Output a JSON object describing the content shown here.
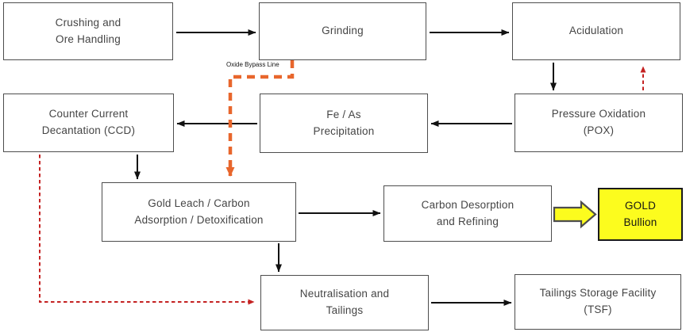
{
  "diagram": {
    "type": "flowchart",
    "subject": "Gold processing plant flowsheet",
    "nodes": {
      "crushing": {
        "label": "Crushing and\nOre Handling"
      },
      "grinding": {
        "label": "Grinding"
      },
      "acidulation": {
        "label": "Acidulation"
      },
      "ccd": {
        "label": "Counter Current\nDecantation (CCD)"
      },
      "fe_as": {
        "label": "Fe / As\nPrecipitation"
      },
      "pox": {
        "label": "Pressure Oxidation\n(POX)"
      },
      "gold_leach": {
        "label": "Gold Leach / Carbon\nAdsorption / Detoxification"
      },
      "carbon_desorption": {
        "label": "Carbon Desorption\nand Refining"
      },
      "gold_bullion": {
        "label": "GOLD\nBullion"
      },
      "neutralisation": {
        "label": "Neutralisation and\nTailings"
      },
      "tsf": {
        "label": "Tailings Storage Facility\n(TSF)"
      }
    },
    "annotations": {
      "oxide_bypass": "Oxide Bypass Line"
    },
    "edges": [
      {
        "from": "crushing",
        "to": "grinding",
        "style": "solid-black"
      },
      {
        "from": "grinding",
        "to": "acidulation",
        "style": "solid-black"
      },
      {
        "from": "acidulation",
        "to": "pox",
        "style": "solid-black"
      },
      {
        "from": "pox",
        "to": "fe_as",
        "style": "solid-black"
      },
      {
        "from": "fe_as",
        "to": "ccd",
        "style": "solid-black"
      },
      {
        "from": "ccd",
        "to": "gold_leach",
        "style": "solid-black"
      },
      {
        "from": "gold_leach",
        "to": "carbon_desorption",
        "style": "solid-black"
      },
      {
        "from": "carbon_desorption",
        "to": "gold_bullion",
        "style": "yellow-block-arrow"
      },
      {
        "from": "gold_leach",
        "to": "neutralisation",
        "style": "solid-black"
      },
      {
        "from": "neutralisation",
        "to": "tsf",
        "style": "solid-black"
      },
      {
        "from": "grinding",
        "to": "gold_leach",
        "style": "dashed-orange",
        "label": "Oxide Bypass Line"
      },
      {
        "from": "pox",
        "to": "acidulation",
        "style": "dashed-red"
      },
      {
        "from": "ccd",
        "to": "neutralisation",
        "style": "dashed-red"
      }
    ],
    "colors": {
      "box_border": "#4d4d4d",
      "box_text": "#454545",
      "arrow_black": "#111111",
      "bypass_orange": "#e8662c",
      "recycle_red": "#c42222",
      "gold_yellow": "#fcfc1e",
      "gold_border": "#1a1a1a"
    }
  }
}
